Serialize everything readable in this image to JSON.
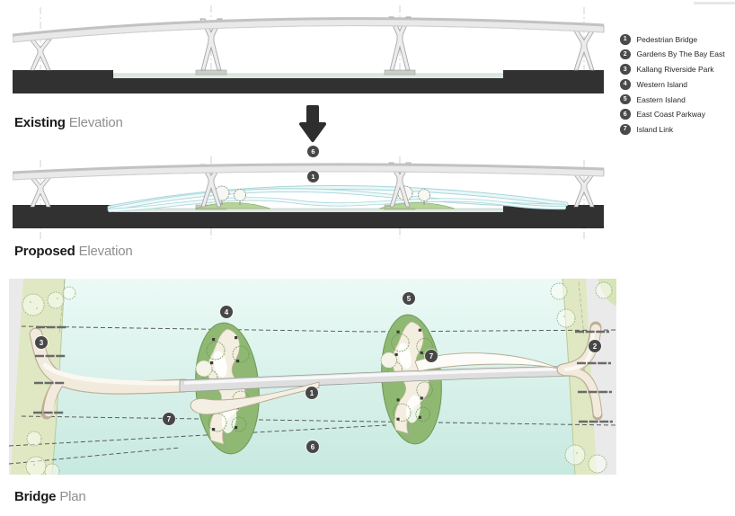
{
  "colors": {
    "marker_bg": "#474747",
    "ground_dark": "#313131",
    "deck_gray": "#e9e9e9",
    "ribbon_cyan": "#bfe4e6",
    "water_top": "#eafaf5",
    "water_bottom": "#c7e9e0",
    "bank_green": "#dfe8c2",
    "island_green": "#8fb873",
    "path_cream": "#f2ebdd",
    "label_bold": "#1b1b1b",
    "label_light": "#8f8f8f"
  },
  "sections": {
    "existing": {
      "title_bold": "Existing",
      "title_light": "Elevation"
    },
    "proposed": {
      "title_bold": "Proposed",
      "title_light": "Elevation"
    },
    "plan": {
      "title_bold": "Bridge",
      "title_light": "Plan"
    }
  },
  "markers": {
    "proposed": [
      {
        "num": "6"
      },
      {
        "num": "1"
      }
    ],
    "plan": [
      {
        "num": "3"
      },
      {
        "num": "4"
      },
      {
        "num": "5"
      },
      {
        "num": "7"
      },
      {
        "num": "2"
      },
      {
        "num": "1"
      },
      {
        "num": "7"
      },
      {
        "num": "6"
      }
    ]
  },
  "legend": {
    "items": [
      {
        "num": "1",
        "label": "Pedestrian Bridge"
      },
      {
        "num": "2",
        "label": "Gardens By The Bay East"
      },
      {
        "num": "3",
        "label": "Kallang Riverside Park"
      },
      {
        "num": "4",
        "label": "Western Island"
      },
      {
        "num": "5",
        "label": "Eastern Island"
      },
      {
        "num": "6",
        "label": "East Coast Parkway"
      },
      {
        "num": "7",
        "label": "Island Link"
      }
    ]
  }
}
